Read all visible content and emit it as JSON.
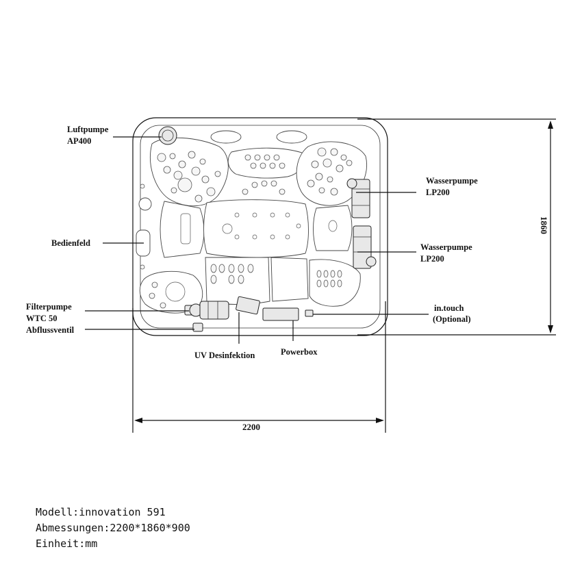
{
  "labels": {
    "luftpumpe": "Luftpumpe",
    "ap400": "AP400",
    "wasserpumpe_1": "Wasserpumpe",
    "lp200_1": "LP200",
    "wasserpumpe_2": "Wasserpumpe",
    "lp200_2": "LP200",
    "bedienfeld": "Bedienfeld",
    "filterpumpe": "Filterpumpe",
    "wtc50": "WTC 50",
    "abflussventil": "Abflussventil",
    "intouch": "in.touch",
    "optional": "(Optional)",
    "uv": "UV Desinfektion",
    "powerbox": "Powerbox"
  },
  "dimensions": {
    "width": "2200",
    "height": "1860"
  },
  "spec": {
    "modell": "Modell:innovation 591",
    "abmessungen": "Abmessungen:2200*1860*900",
    "einheit": "Einheit:mm"
  }
}
